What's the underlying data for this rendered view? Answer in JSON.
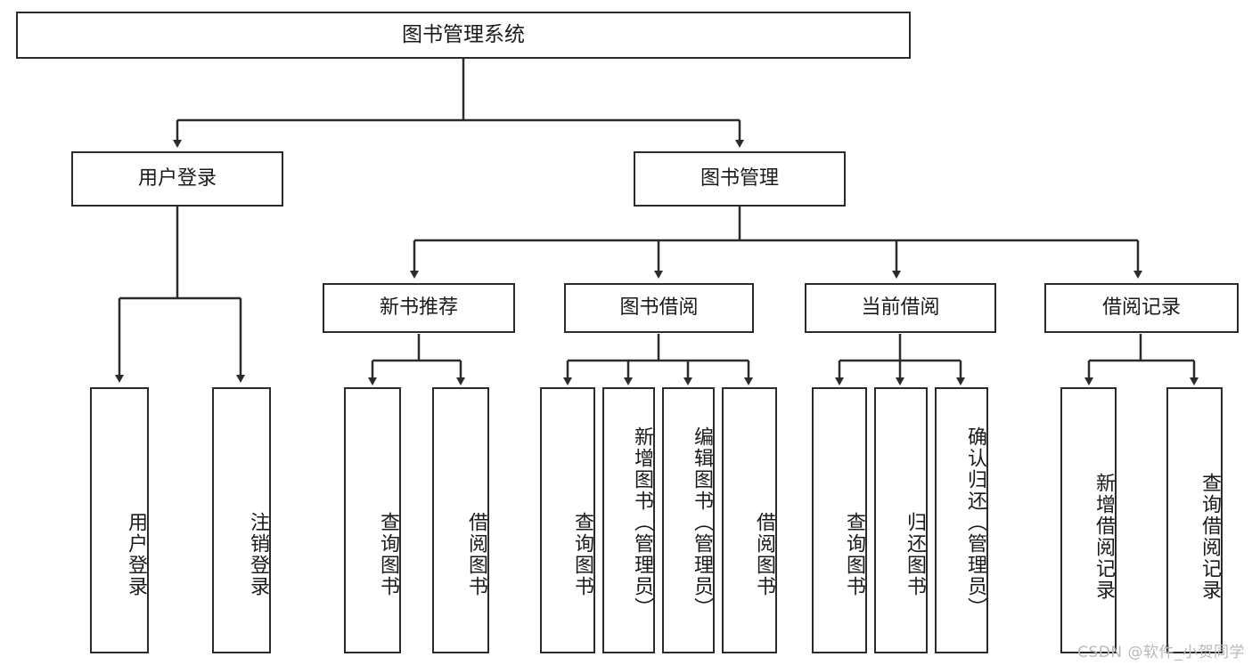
{
  "diagram": {
    "type": "tree-hierarchy",
    "title": "图书管理系统",
    "watermark": "CSDN @软件_小贺同学",
    "colors": {
      "stroke": "#2b2b2b",
      "fill": "#ffffff",
      "text": "#1a1a1a",
      "watermark": "#b9b9b9"
    },
    "levels": {
      "root": {
        "label": "图书管理系统"
      },
      "level2": [
        {
          "label": "用户登录"
        },
        {
          "label": "图书管理"
        }
      ],
      "level3": [
        {
          "label": "新书推荐"
        },
        {
          "label": "图书借阅"
        },
        {
          "label": "当前借阅"
        },
        {
          "label": "借阅记录"
        }
      ],
      "level4": {
        "user_login": [
          {
            "label": "用户登录"
          },
          {
            "label": "注销登录"
          }
        ],
        "new_book_recommend": [
          {
            "label": "查询图书"
          },
          {
            "label": "借阅图书"
          }
        ],
        "book_borrow": [
          {
            "label": "查询图书"
          },
          {
            "label": "新增图书（管理员）"
          },
          {
            "label": "编辑图书（管理员）"
          },
          {
            "label": "借阅图书"
          }
        ],
        "current_borrow": [
          {
            "label": "查询图书"
          },
          {
            "label": "归还图书"
          },
          {
            "label": "确认归还（管理员）"
          }
        ],
        "borrow_record": [
          {
            "label": "新增借阅记录"
          },
          {
            "label": "查询借阅记录"
          }
        ]
      }
    }
  }
}
